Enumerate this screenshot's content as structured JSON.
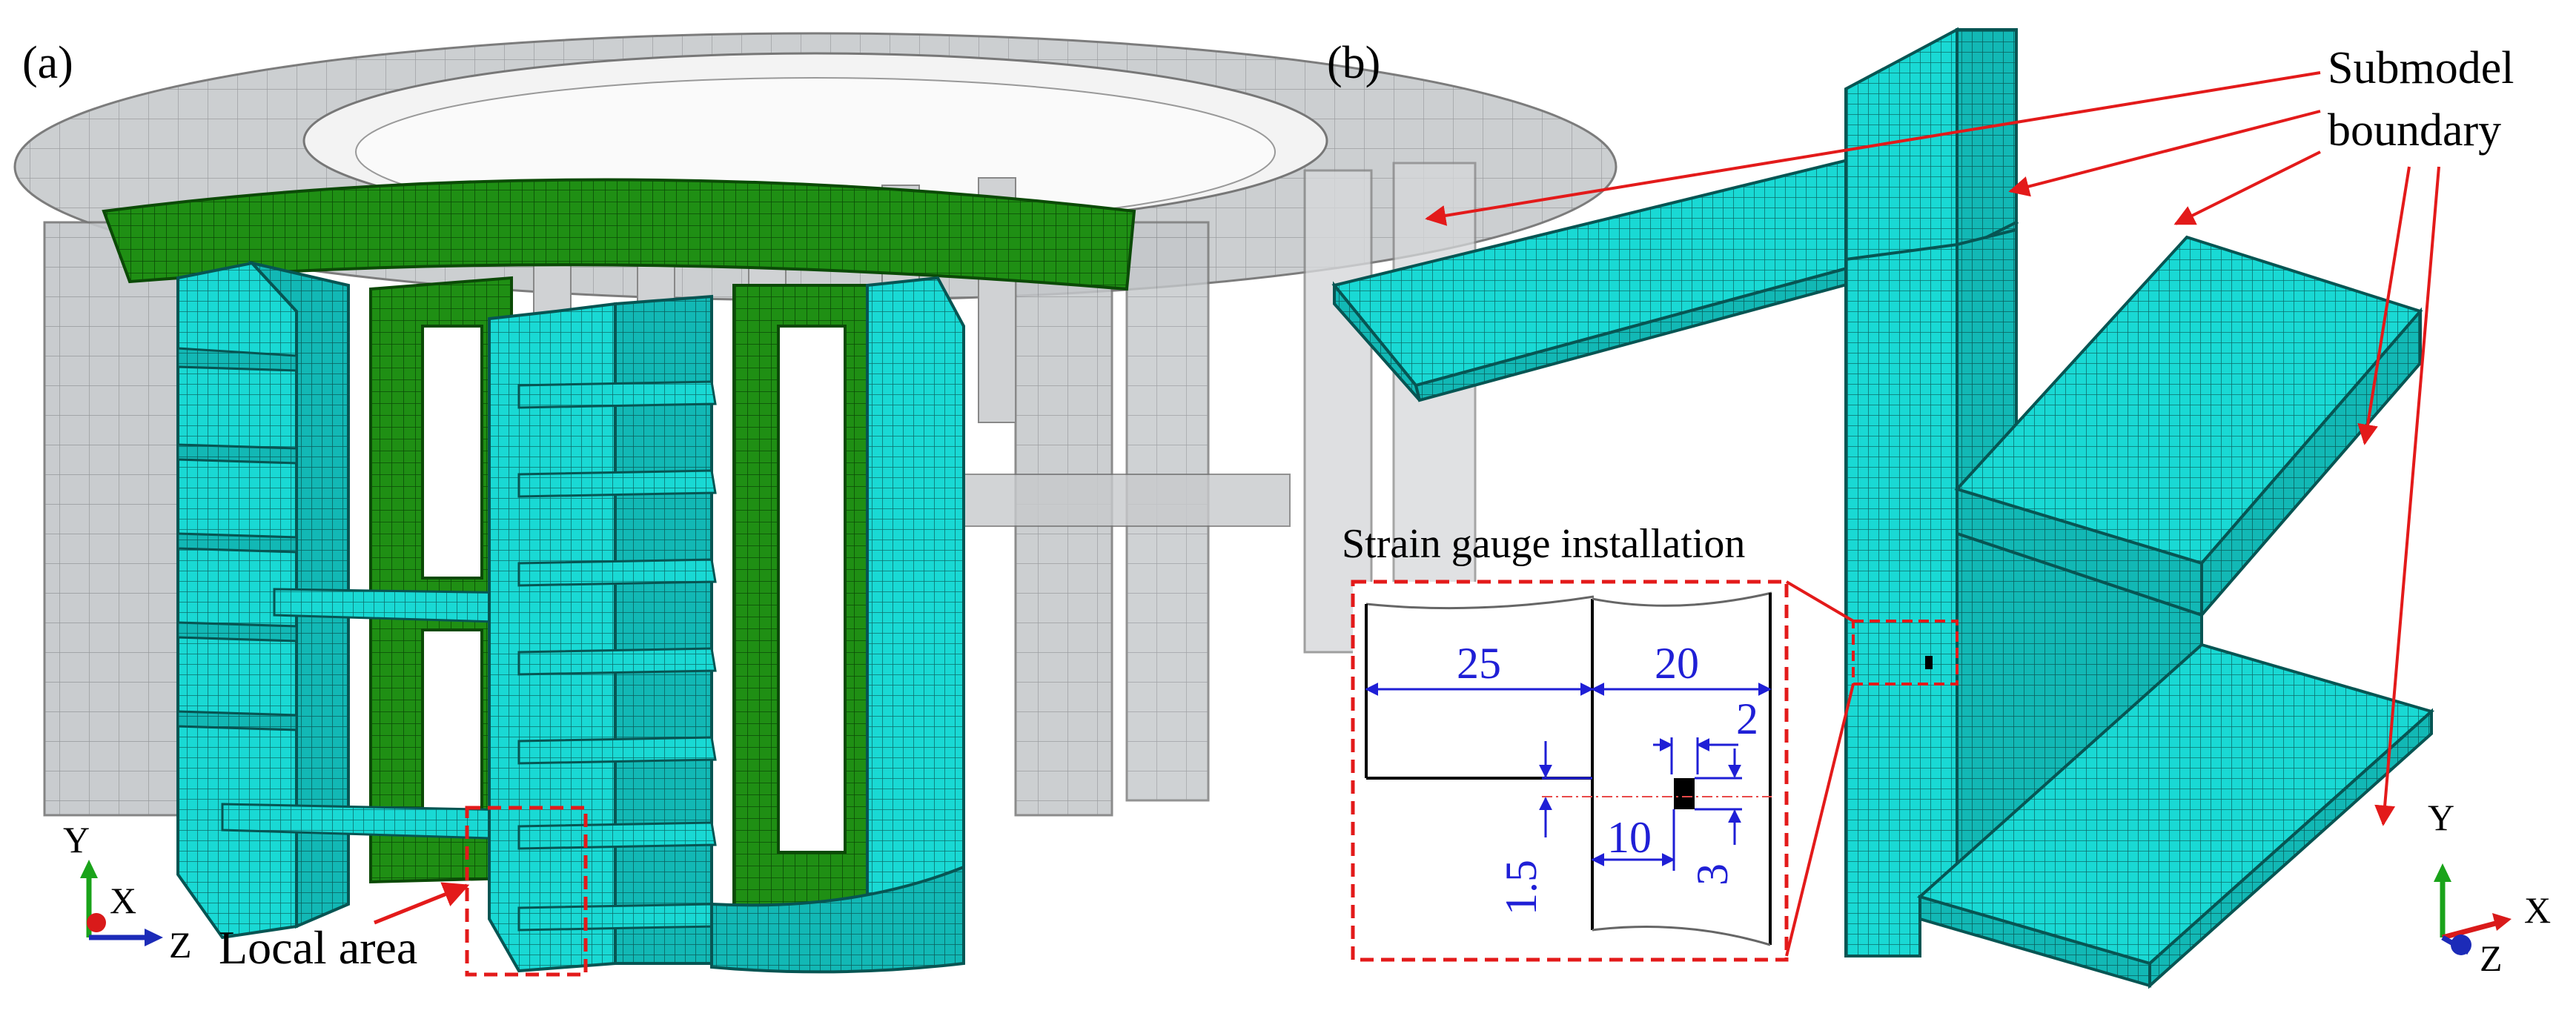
{
  "panel_a": {
    "label": "(a)",
    "local_area_label": "Local area",
    "axis": {
      "y": "Y",
      "x": "X",
      "z": "Z"
    }
  },
  "panel_b": {
    "label": "(b)",
    "submodel_label_line1": "Submodel",
    "submodel_label_line2": "boundary",
    "strain_gauge_label": "Strain gauge installation",
    "dimensions": {
      "d25": "25",
      "d20": "20",
      "d2": "2",
      "d1_5": "1.5",
      "d10": "10",
      "d3": "3"
    },
    "axis": {
      "y": "Y",
      "x": "X",
      "z": "Z"
    }
  },
  "colors": {
    "cyan": "#19d9d4",
    "cyan_dark": "#0fa8a6",
    "green": "#1f8f14",
    "green_dark": "#116309",
    "gray": "#b9bcbf",
    "arrow": "#e31a1a",
    "dimension": "#1f1fd6"
  }
}
